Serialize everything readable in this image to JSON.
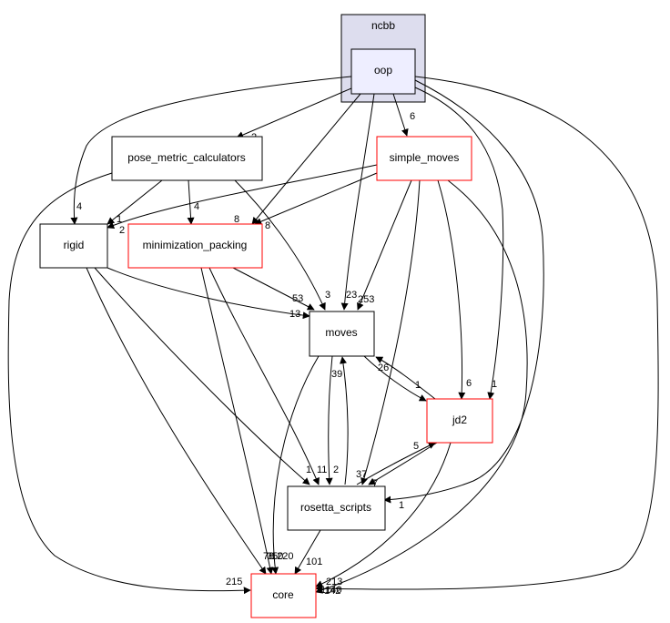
{
  "colors": {
    "cluster_fill": "#ddddee",
    "cluster_border": "#000000",
    "focus_fill": "#eeeeff",
    "focus_border": "#000000",
    "normal_border": "#000000",
    "truncated_border": "#ff0000",
    "edge": "#000000"
  },
  "cluster": {
    "label": "ncbb"
  },
  "nodes": {
    "oop": {
      "label": "oop"
    },
    "pose_metric_calculators": {
      "label": "pose_metric_calculators"
    },
    "simple_moves": {
      "label": "simple_moves"
    },
    "rigid": {
      "label": "rigid"
    },
    "minimization_packing": {
      "label": "minimization_packing"
    },
    "moves": {
      "label": "moves"
    },
    "jd2": {
      "label": "jd2"
    },
    "rosetta_scripts": {
      "label": "rosetta_scripts"
    },
    "core": {
      "label": "core"
    }
  },
  "edge_labels": {
    "oop_pose_metric_calculators": "2",
    "oop_simple_moves": "6",
    "oop_rigid": "4",
    "oop_minimization_packing": "8",
    "oop_moves": "23",
    "oop_jd2": "1",
    "oop_rosetta_scripts": "1",
    "oop_core": "142",
    "pmc_rigid": "1",
    "pmc_minimization_packing": "4",
    "pmc_moves": "3",
    "pmc_core": "215",
    "simple_moves_rigid": "2",
    "simple_moves_minimization_packing": "8",
    "simple_moves_moves": "253",
    "simple_moves_jd2": "6",
    "simple_moves_rosetta_scripts": "37",
    "simple_moves_core": "1140",
    "rigid_moves": "13",
    "rigid_rosetta_scripts": "1",
    "rigid_core": "78",
    "minimization_packing_moves": "53",
    "minimization_packing_rosetta_scripts": "11",
    "minimization_packing_core": "350",
    "moves_jd2": "1",
    "moves_rosetta_scripts": "2",
    "moves_core": "1220",
    "jd2_moves": "26",
    "jd2_rosetta_scripts": "7",
    "jd2_core": "213",
    "rosetta_scripts_moves": "39",
    "rosetta_scripts_jd2": "5",
    "rosetta_scripts_core": "101"
  }
}
